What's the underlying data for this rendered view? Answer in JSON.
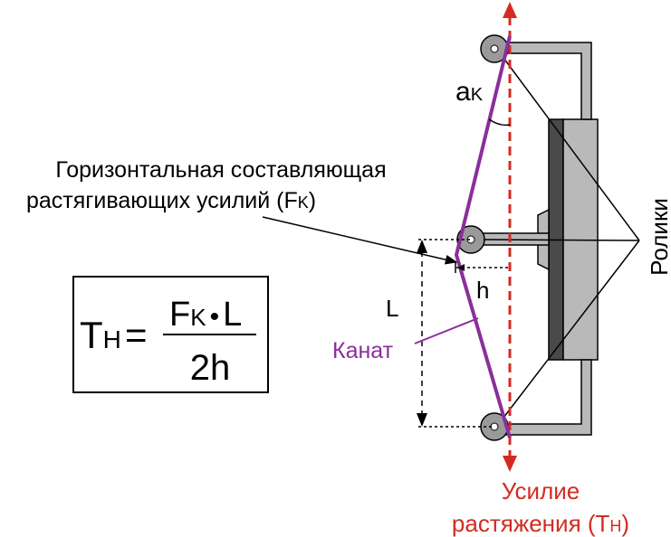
{
  "labels": {
    "horizontal_line1": "Горизонтальная составляющая",
    "horizontal_line2": "растягивающих усилий (F",
    "horizontal_sub": "K",
    "horizontal_close": ")",
    "angle_a": "a",
    "angle_sub": "K",
    "h": "h",
    "L": "L",
    "rope": "Канат",
    "rollers": "Ролики",
    "force_line1": "Усилие",
    "force_line2": "растяжения (T",
    "force_sub": "H",
    "force_close": ")"
  },
  "formula": {
    "lhs_T": "T",
    "lhs_sub": "H",
    "equals": "=",
    "num_F": "F",
    "num_sub": "K",
    "num_dot": "•",
    "num_L": "L",
    "den": "2h"
  },
  "colors": {
    "rope": "#8B2E9B",
    "force": "#D42B20",
    "device": "#B9B9B9",
    "device_dark": "#4A4A4A",
    "roller": "#9A9A9A",
    "ink": "#000000"
  }
}
